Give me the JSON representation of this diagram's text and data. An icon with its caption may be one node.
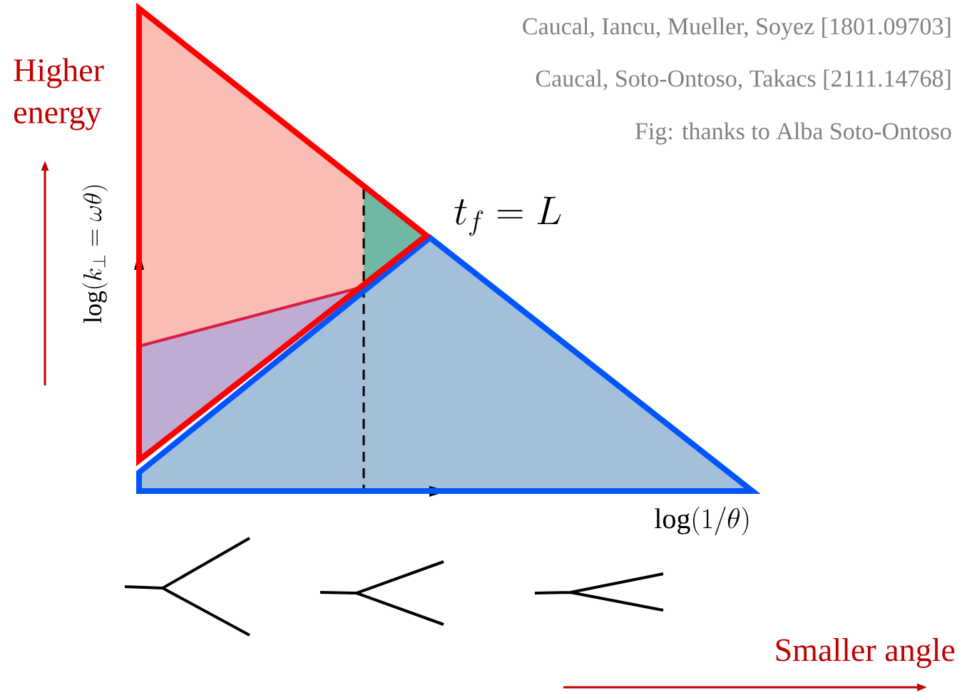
{
  "diagram": {
    "labels": [
      "Caucal, Iancu, Mueller, Soyez [1801.09703]",
      "Caucal, Soto-Ontoso, Takacs [2111.14768]",
      "Fig: thanks to Alba Soto-Ontoso",
      "Higher energy",
      "t_f = L",
      "\\log(k_\\perp = \\omega\\theta)",
      "\\log(1/\\theta)",
      "Smaller angle"
    ]
  }
}
